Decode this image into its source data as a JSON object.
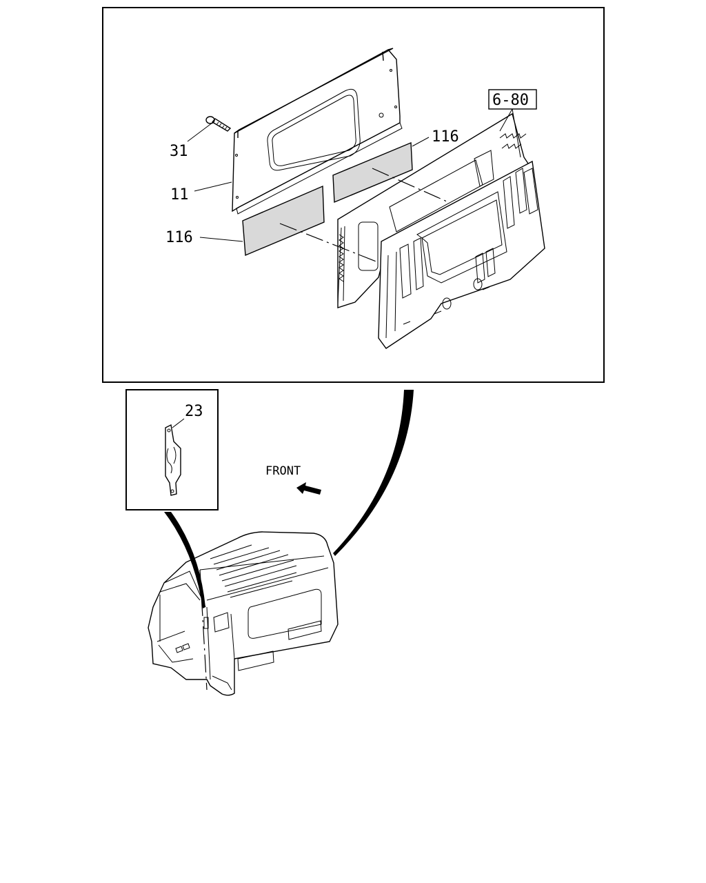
{
  "callouts": {
    "ref_box": "6-80",
    "part_116_upper": "116",
    "part_31": "31",
    "part_11": "11",
    "part_116_lower": "116",
    "part_23": "23",
    "front": "FRONT"
  },
  "icons": {
    "front_arrow": "front-arrow-icon"
  }
}
